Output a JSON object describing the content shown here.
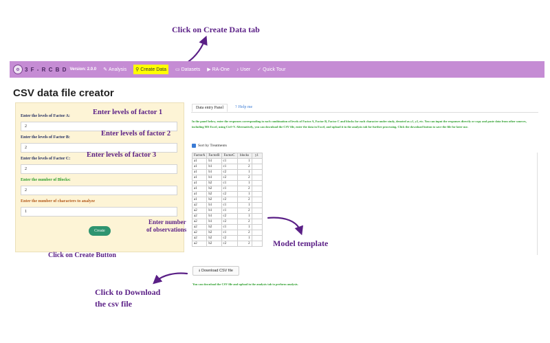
{
  "annotations": {
    "create_data_tab": "Click on Create Data tab",
    "factor1": "Enter levels of factor 1",
    "factor2": "Enter levels of factor 2",
    "factor3": "Enter levels of factor 3",
    "obs_line1": "Enter number",
    "obs_line2": "of observations",
    "create_button": "Click on Create Button",
    "model_template": "Model template",
    "download_line1": "Click to Download",
    "download_line2": "the csv file",
    "color": "#5a1f86"
  },
  "navbar": {
    "brand": "3 F - R C B D",
    "version": "Version: 2.0.0",
    "items": [
      {
        "label": "Analysis",
        "icon": "wand-icon"
      },
      {
        "label": "Create Data",
        "icon": "binoculars-icon"
      },
      {
        "label": "Datasets",
        "icon": "folder-icon"
      },
      {
        "label": "RA-One",
        "icon": "video-icon"
      },
      {
        "label": "User",
        "icon": "bell-icon"
      },
      {
        "label": "Quick Tour",
        "icon": "check-circle-icon"
      }
    ],
    "background": "#c58cd4",
    "active_highlight": "#ffff00"
  },
  "page_title": "CSV data file creator",
  "form": {
    "factor_a_label": "Enter the levels of Factor A:",
    "factor_a_value": "2",
    "factor_b_label": "Enter the levels of Factor B:",
    "factor_b_value": "2",
    "factor_c_label": "Enter the levels of Factor C:",
    "factor_c_value": "2",
    "blocks_label": "Enter the number of Blocks:",
    "blocks_value": "2",
    "characters_label": "Enter the number of characters to analyze",
    "characters_value": "1",
    "create_label": "Create"
  },
  "tabs": {
    "data_entry": "Data entry Panel",
    "help": "Help me"
  },
  "description": "In the panel below, enter the responses corresponding to each combination of levels of Factor A, Factor B, Factor C and blocks for each character under study, denoted as y1, y2, etc. You can input the responses directly or copy and paste data from other sources, including MS Excel, using Ctrl+V. Alternatively, you can download the CSV file, enter the data in Excel, and upload it in the analysis tab for further processing. Click the download button to save the file for later use.",
  "sort_label": "Sort by Treatments",
  "table": {
    "headers": [
      "FactorA",
      "FactorB",
      "FactorC",
      "blocks",
      "y1"
    ],
    "rows": [
      [
        "a1",
        "b1",
        "c1",
        "1",
        ""
      ],
      [
        "a1",
        "b1",
        "c1",
        "2",
        ""
      ],
      [
        "a1",
        "b1",
        "c2",
        "1",
        ""
      ],
      [
        "a1",
        "b1",
        "c2",
        "2",
        ""
      ],
      [
        "a1",
        "b2",
        "c1",
        "1",
        ""
      ],
      [
        "a1",
        "b2",
        "c1",
        "2",
        ""
      ],
      [
        "a1",
        "b2",
        "c2",
        "1",
        ""
      ],
      [
        "a1",
        "b2",
        "c2",
        "2",
        ""
      ],
      [
        "a2",
        "b1",
        "c1",
        "1",
        ""
      ],
      [
        "a2",
        "b1",
        "c1",
        "2",
        ""
      ],
      [
        "a2",
        "b1",
        "c2",
        "1",
        ""
      ],
      [
        "a2",
        "b1",
        "c2",
        "2",
        ""
      ],
      [
        "a2",
        "b2",
        "c1",
        "1",
        ""
      ],
      [
        "a2",
        "b2",
        "c1",
        "2",
        ""
      ],
      [
        "a2",
        "b2",
        "c2",
        "1",
        ""
      ],
      [
        "a2",
        "b2",
        "c2",
        "2",
        ""
      ]
    ]
  },
  "download": {
    "button_label": "Download CSV file",
    "note": "You can download the CSV file and upload in the analysis tab to perform analysis."
  }
}
